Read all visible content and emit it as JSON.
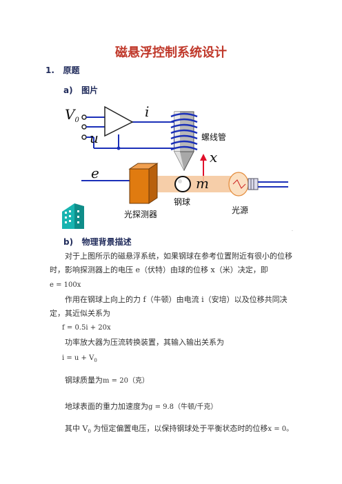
{
  "title": "磁悬浮控制系统设计",
  "section1": {
    "number": "1.",
    "label": "原题"
  },
  "subsection_a": {
    "number": "a)",
    "label": "图片"
  },
  "subsection_b": {
    "number": "b)",
    "label": "物理背景描述"
  },
  "diagram": {
    "labels": {
      "v0": "V",
      "v0_sub": "0",
      "u": "u",
      "i": "i",
      "solenoid": "螺线管",
      "x": "x",
      "e": "e",
      "m": "m",
      "ball": "钢球",
      "detector": "光探测器",
      "light_source": "光源"
    },
    "colors": {
      "wire": "#1a2fb8",
      "coil": "#1a2fb8",
      "arrow": "#e0102a",
      "detector": "#e07b10",
      "beam": "#f5c9a0",
      "building": "#18b4b0"
    }
  },
  "body": {
    "p1": "对于上图所示的磁悬浮系统，如果钢球在参考位置附近有很小的位移时，影响探测器上的电压 e（伏特）由球的位移 x（米）决定，即",
    "f1": "e = 100x",
    "p2": "作用在钢球上向上的力 f（牛顿）由电流 i（安培）以及位移共同决定，其近似关系为",
    "f2": "f = 0.5i + 20x",
    "p3": "功率放大器为压流转换装置，其输入输出关系为",
    "f3_main": "i = u + V",
    "f3_sub": "0",
    "p4_prefix": "钢球质量为",
    "p4_value": "m = 20（克）",
    "p5_prefix": "地球表面的重力加速度为",
    "p5_value": "g = 9.8（牛顿/千克）",
    "p6_prefix": "其中 V",
    "p6_sub": "0",
    "p6_mid": " 为恒定偏置电压，以保持钢球处于平衡状态时的位移",
    "p6_value": "x = 0。"
  }
}
